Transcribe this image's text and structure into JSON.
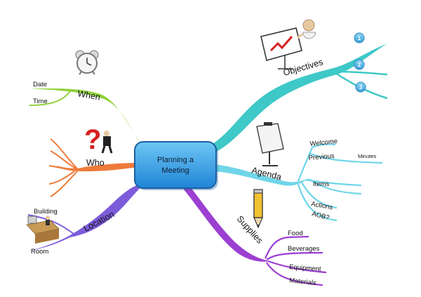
{
  "center": {
    "line1": "Planning a",
    "line2": "Meeting"
  },
  "branches": {
    "when": {
      "label": "When",
      "color": "#8fd13a",
      "items": [
        "Date",
        "Time"
      ]
    },
    "who": {
      "label": "Who",
      "color": "#ee7b3a"
    },
    "location": {
      "label": "Location",
      "color": "#7d5cdb",
      "items": [
        "Building",
        "Room"
      ]
    },
    "objectives": {
      "label": "Objectives",
      "color": "#3fc8c8",
      "items": [
        "1",
        "2",
        "3"
      ]
    },
    "agenda": {
      "label": "Agenda",
      "color": "#6fd6e8",
      "items": [
        "Welcome",
        "Previous",
        "Minutes",
        "Items",
        "Actions",
        "AOB?"
      ]
    },
    "supplies": {
      "label": "Supplies",
      "color": "#9b3fd1",
      "items": [
        "Food",
        "Beverages",
        "Equipment",
        "Materials"
      ]
    }
  },
  "icons": [
    "alarm-clock-icon",
    "question-person-icon",
    "office-desk-icon",
    "presentation-chart-icon",
    "clipboard-stand-icon",
    "pencil-icon"
  ]
}
